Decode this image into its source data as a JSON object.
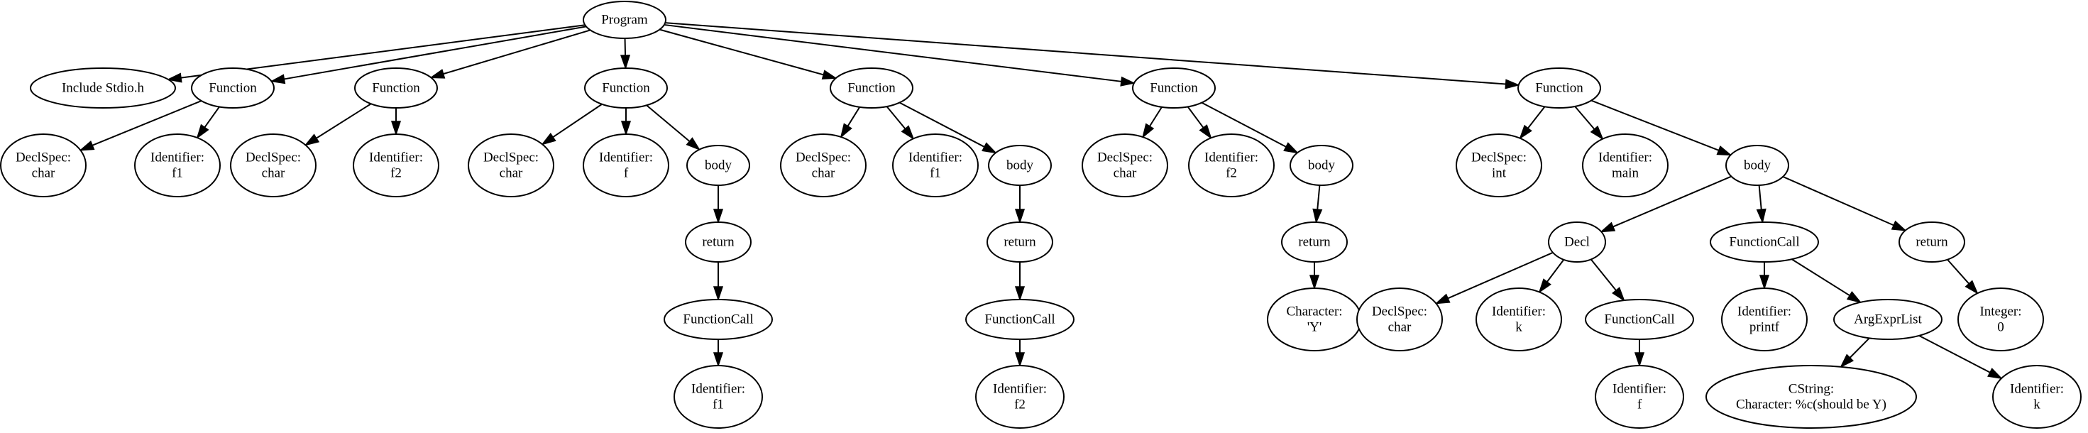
{
  "nodes": [
    {
      "id": "program",
      "lines": [
        "Program"
      ]
    },
    {
      "id": "include",
      "lines": [
        "Include Stdio.h"
      ]
    },
    {
      "id": "fn1",
      "lines": [
        "Function"
      ]
    },
    {
      "id": "fn2",
      "lines": [
        "Function"
      ]
    },
    {
      "id": "fn3",
      "lines": [
        "Function"
      ]
    },
    {
      "id": "fn4",
      "lines": [
        "Function"
      ]
    },
    {
      "id": "fn5",
      "lines": [
        "Function"
      ]
    },
    {
      "id": "fn6",
      "lines": [
        "Function"
      ]
    },
    {
      "id": "fn1_decl",
      "lines": [
        "DeclSpec:",
        "char"
      ]
    },
    {
      "id": "fn1_id",
      "lines": [
        "Identifier:",
        "f1"
      ]
    },
    {
      "id": "fn2_decl",
      "lines": [
        "DeclSpec:",
        "char"
      ]
    },
    {
      "id": "fn2_id",
      "lines": [
        "Identifier:",
        "f2"
      ]
    },
    {
      "id": "fn3_decl",
      "lines": [
        "DeclSpec:",
        "char"
      ]
    },
    {
      "id": "fn3_id",
      "lines": [
        "Identifier:",
        "f"
      ]
    },
    {
      "id": "fn3_body",
      "lines": [
        "body"
      ]
    },
    {
      "id": "fn3_return",
      "lines": [
        "return"
      ]
    },
    {
      "id": "fn3_call",
      "lines": [
        "FunctionCall"
      ]
    },
    {
      "id": "fn3_call_id",
      "lines": [
        "Identifier:",
        "f1"
      ]
    },
    {
      "id": "fn4_decl",
      "lines": [
        "DeclSpec:",
        "char"
      ]
    },
    {
      "id": "fn4_id",
      "lines": [
        "Identifier:",
        "f1"
      ]
    },
    {
      "id": "fn4_body",
      "lines": [
        "body"
      ]
    },
    {
      "id": "fn4_return",
      "lines": [
        "return"
      ]
    },
    {
      "id": "fn4_call",
      "lines": [
        "FunctionCall"
      ]
    },
    {
      "id": "fn4_call_id",
      "lines": [
        "Identifier:",
        "f2"
      ]
    },
    {
      "id": "fn5_decl",
      "lines": [
        "DeclSpec:",
        "char"
      ]
    },
    {
      "id": "fn5_id",
      "lines": [
        "Identifier:",
        "f2"
      ]
    },
    {
      "id": "fn5_body",
      "lines": [
        "body"
      ]
    },
    {
      "id": "fn5_return",
      "lines": [
        "return"
      ]
    },
    {
      "id": "fn5_char",
      "lines": [
        "Character:",
        "'Y'"
      ]
    },
    {
      "id": "fn6_decl",
      "lines": [
        "DeclSpec:",
        "int"
      ]
    },
    {
      "id": "fn6_id",
      "lines": [
        "Identifier:",
        "main"
      ]
    },
    {
      "id": "fn6_body",
      "lines": [
        "body"
      ]
    },
    {
      "id": "decl",
      "lines": [
        "Decl"
      ]
    },
    {
      "id": "main_call",
      "lines": [
        "FunctionCall"
      ]
    },
    {
      "id": "main_return",
      "lines": [
        "return"
      ]
    },
    {
      "id": "decl_spec",
      "lines": [
        "DeclSpec:",
        "char"
      ]
    },
    {
      "id": "decl_id",
      "lines": [
        "Identifier:",
        "k"
      ]
    },
    {
      "id": "decl_call",
      "lines": [
        "FunctionCall"
      ]
    },
    {
      "id": "decl_call_id",
      "lines": [
        "Identifier:",
        "f"
      ]
    },
    {
      "id": "printf_id",
      "lines": [
        "Identifier:",
        "printf"
      ]
    },
    {
      "id": "argexpr",
      "lines": [
        "ArgExprList"
      ]
    },
    {
      "id": "cstring",
      "lines": [
        "CString:",
        "Character: %c(should be Y)"
      ]
    },
    {
      "id": "arg_k",
      "lines": [
        "Identifier:",
        "k"
      ]
    },
    {
      "id": "integer",
      "lines": [
        "Integer:",
        "0"
      ]
    }
  ],
  "edges": [
    [
      "program",
      "include"
    ],
    [
      "program",
      "fn1"
    ],
    [
      "program",
      "fn2"
    ],
    [
      "program",
      "fn3"
    ],
    [
      "program",
      "fn4"
    ],
    [
      "program",
      "fn5"
    ],
    [
      "program",
      "fn6"
    ],
    [
      "fn1",
      "fn1_decl"
    ],
    [
      "fn1",
      "fn1_id"
    ],
    [
      "fn2",
      "fn2_decl"
    ],
    [
      "fn2",
      "fn2_id"
    ],
    [
      "fn3",
      "fn3_decl"
    ],
    [
      "fn3",
      "fn3_id"
    ],
    [
      "fn3",
      "fn3_body"
    ],
    [
      "fn3_body",
      "fn3_return"
    ],
    [
      "fn3_return",
      "fn3_call"
    ],
    [
      "fn3_call",
      "fn3_call_id"
    ],
    [
      "fn4",
      "fn4_decl"
    ],
    [
      "fn4",
      "fn4_id"
    ],
    [
      "fn4",
      "fn4_body"
    ],
    [
      "fn4_body",
      "fn4_return"
    ],
    [
      "fn4_return",
      "fn4_call"
    ],
    [
      "fn4_call",
      "fn4_call_id"
    ],
    [
      "fn5",
      "fn5_decl"
    ],
    [
      "fn5",
      "fn5_id"
    ],
    [
      "fn5",
      "fn5_body"
    ],
    [
      "fn5_body",
      "fn5_return"
    ],
    [
      "fn5_return",
      "fn5_char"
    ],
    [
      "fn6",
      "fn6_decl"
    ],
    [
      "fn6",
      "fn6_id"
    ],
    [
      "fn6",
      "fn6_body"
    ],
    [
      "fn6_body",
      "decl"
    ],
    [
      "fn6_body",
      "main_call"
    ],
    [
      "fn6_body",
      "main_return"
    ],
    [
      "decl",
      "decl_spec"
    ],
    [
      "decl",
      "decl_id"
    ],
    [
      "decl",
      "decl_call"
    ],
    [
      "decl_call",
      "decl_call_id"
    ],
    [
      "main_call",
      "printf_id"
    ],
    [
      "main_call",
      "argexpr"
    ],
    [
      "argexpr",
      "cstring"
    ],
    [
      "argexpr",
      "arg_k"
    ],
    [
      "main_return",
      "integer"
    ]
  ],
  "colors": {
    "stroke": "#000000",
    "fill": "#ffffff",
    "text": "#000000"
  }
}
